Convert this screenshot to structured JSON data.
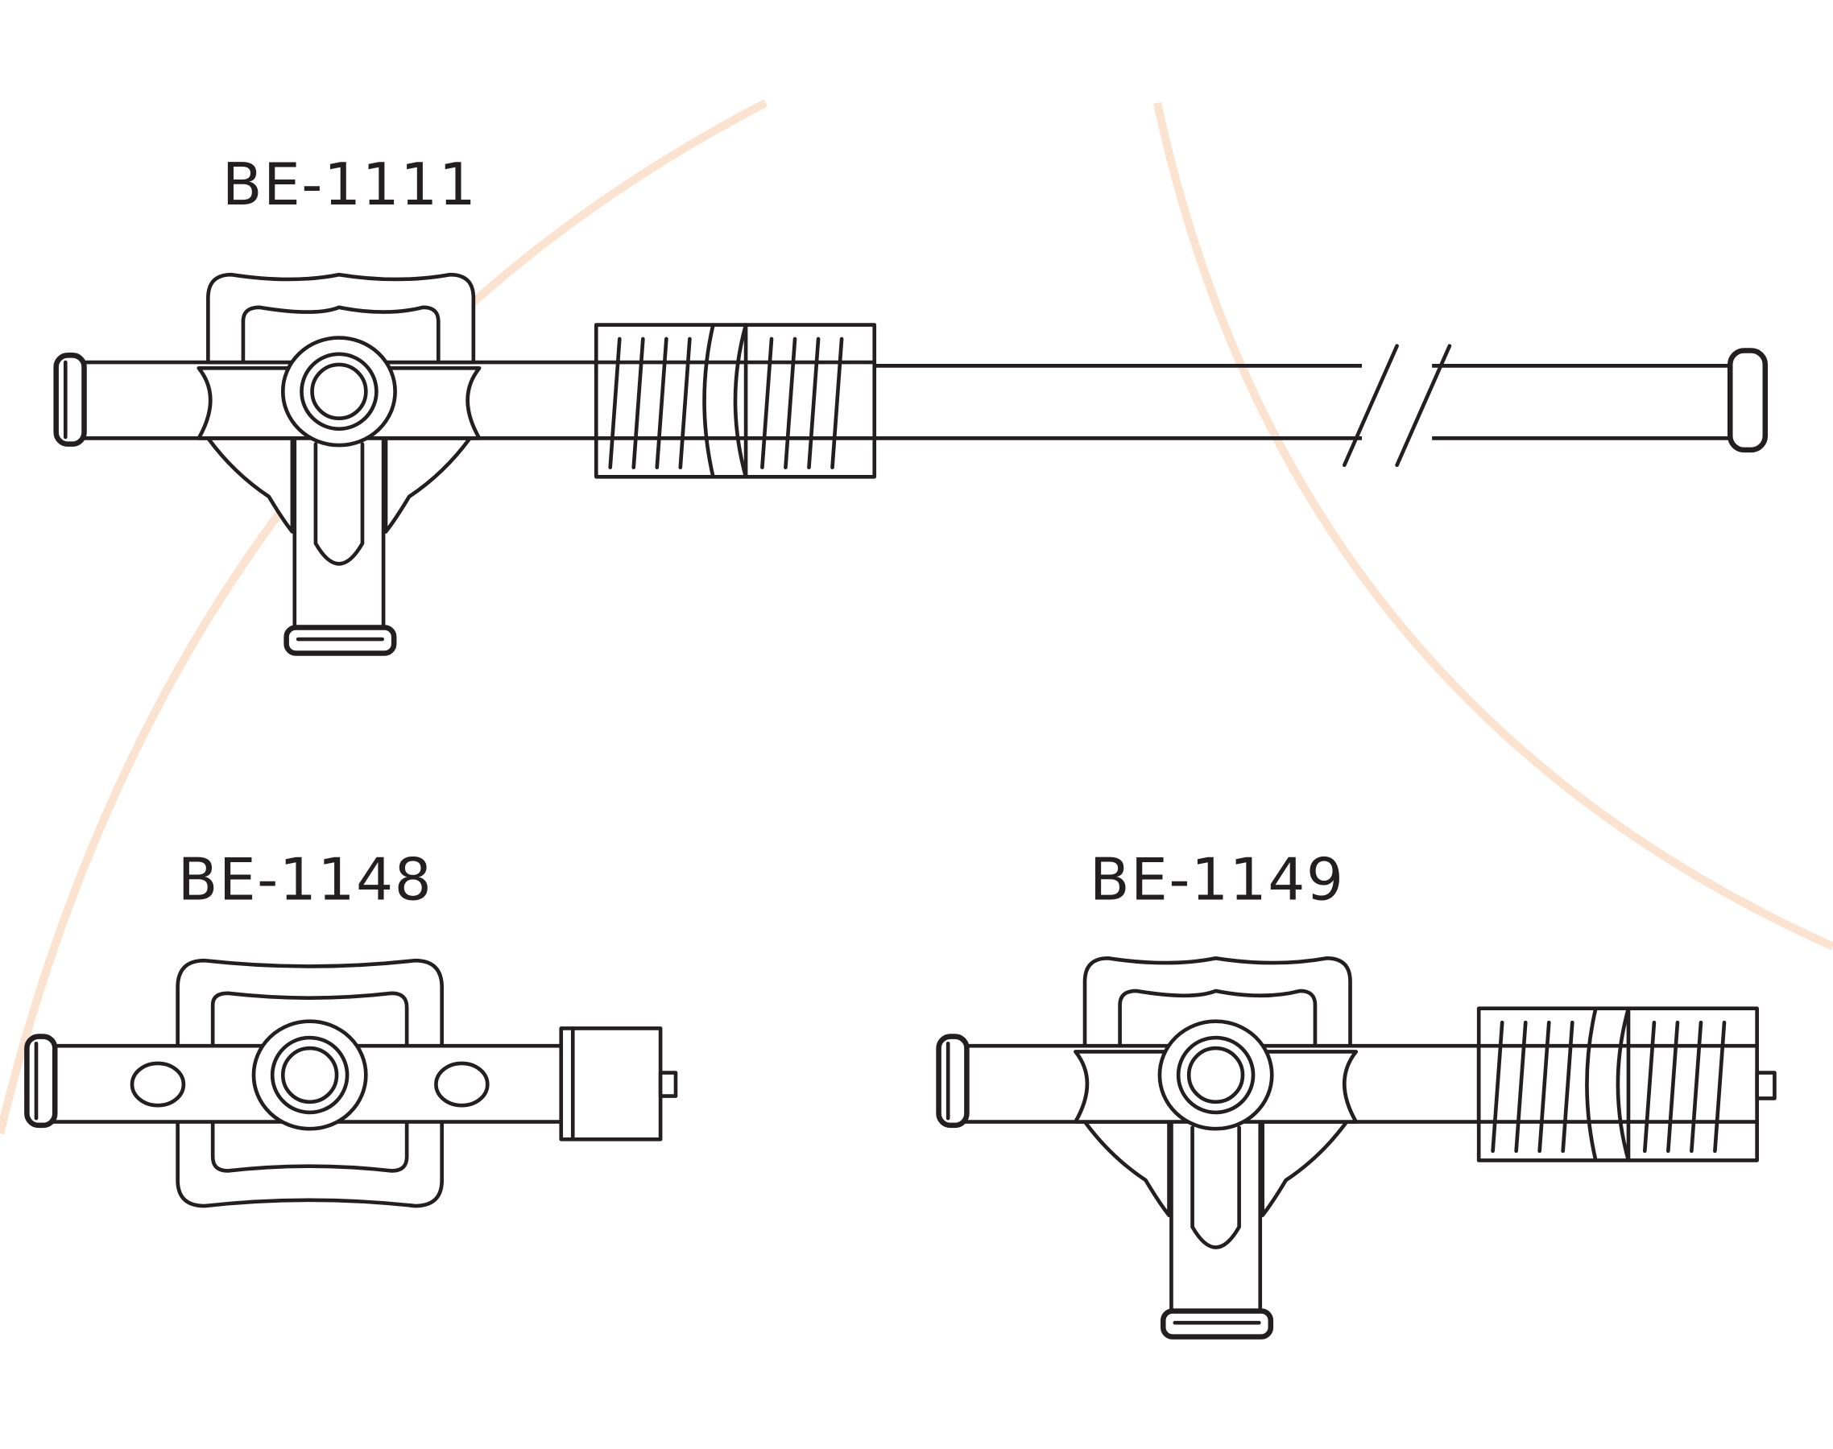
{
  "products": [
    {
      "code": "BE-1111"
    },
    {
      "code": "BE-1148"
    },
    {
      "code": "BE-1149"
    }
  ],
  "colors": {
    "line": "#231f20",
    "accent_arc": "#fbe3cf",
    "background": "#ffffff"
  }
}
